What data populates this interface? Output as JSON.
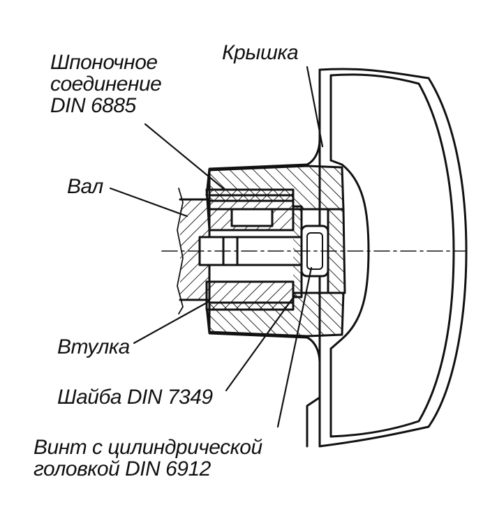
{
  "labels": {
    "key_connection": "Шпоночное\nсоединение\nDIN 6885",
    "cover": "Крышка",
    "shaft": "Вал",
    "bushing": "Втулка",
    "washer": "Шайба DIN 7349",
    "screw": "Винт с цилиндрической\nголовкой DIN 6912"
  },
  "colors": {
    "line": "#111111",
    "background": "#ffffff"
  }
}
